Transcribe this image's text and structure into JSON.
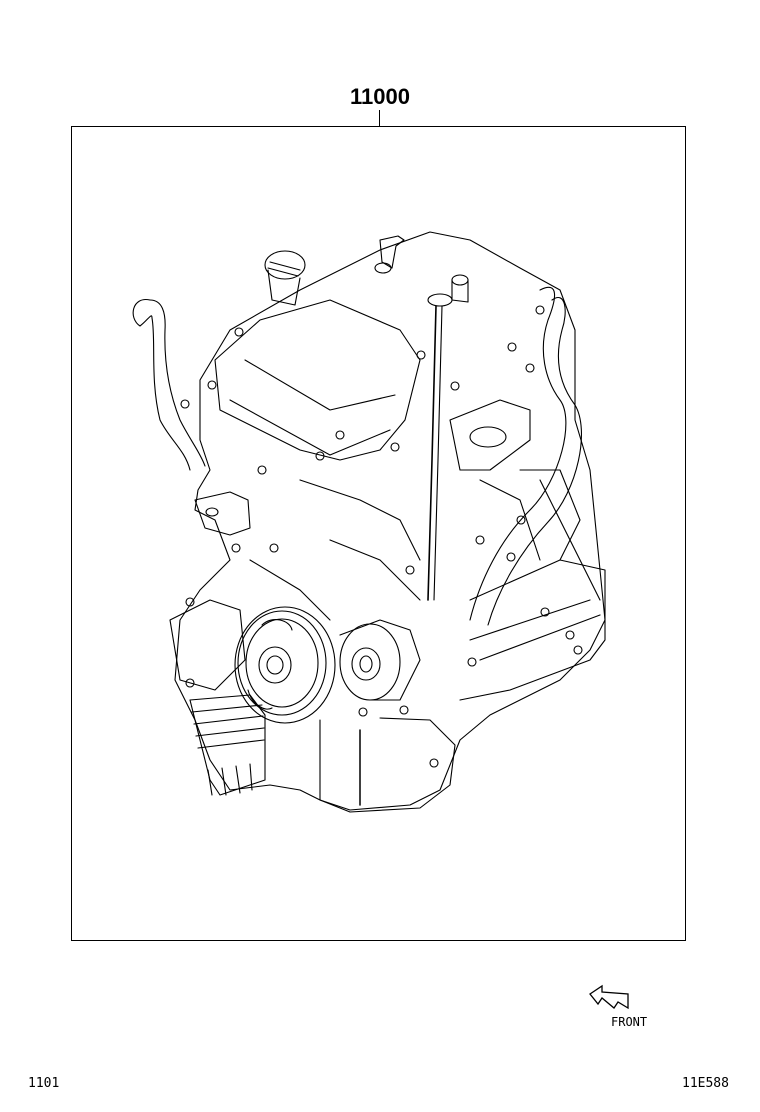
{
  "diagram": {
    "assembly_part_number": "11000",
    "illustration_subject": "engine-assembly-partial",
    "orientation_label": "FRONT",
    "orientation_icon": "front-direction-arrow-icon"
  },
  "footer": {
    "figure_code": "1101",
    "illustration_id": "11E588"
  },
  "colors": {
    "line": "#000000",
    "background": "#ffffff"
  }
}
